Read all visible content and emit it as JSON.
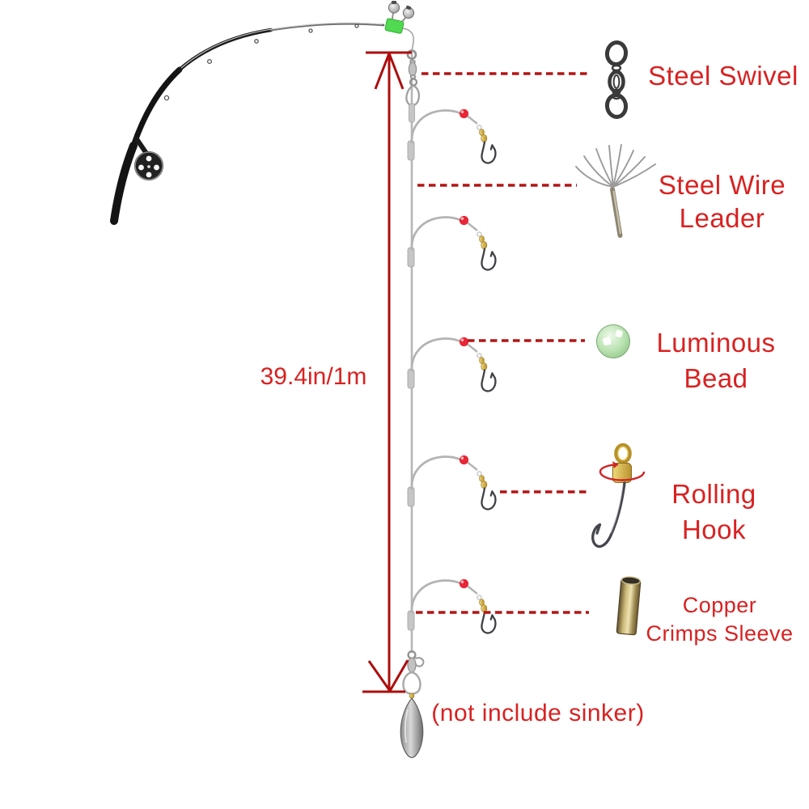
{
  "diagram": {
    "type": "fishing-rig-product-diagram",
    "measurement": {
      "label": "39.4in/1m"
    },
    "note": "(not include sinker)",
    "hook_dropper_count": 5,
    "callouts": [
      {
        "name": "steel-swivel",
        "label": "Steel Swivel",
        "icon": "barrel-swivel-icon"
      },
      {
        "name": "steel-wire-leader",
        "label": "Steel Wire\nLeader",
        "icon": "frayed-wire-icon"
      },
      {
        "name": "luminous-bead",
        "label": "Luminous\nBead",
        "icon": "green-bead-icon"
      },
      {
        "name": "rolling-hook",
        "label": "Rolling\nHook",
        "icon": "swivel-hook-icon"
      },
      {
        "name": "copper-crimps-sleeve",
        "label": "Copper\nCrimps Sleeve",
        "icon": "copper-tube-icon"
      }
    ],
    "colors": {
      "label_red": "#d92121",
      "callout_dash_red": "#b31515",
      "arrow_red": "#ad0d0d",
      "line_gray": "#b6b6b6",
      "luminous_bead_green": "#a8d8a2",
      "alarm_clamp_green": "#52d952",
      "gold": "#c79a2e",
      "hook_dark": "#3f3f44",
      "background": "#ffffff"
    }
  }
}
